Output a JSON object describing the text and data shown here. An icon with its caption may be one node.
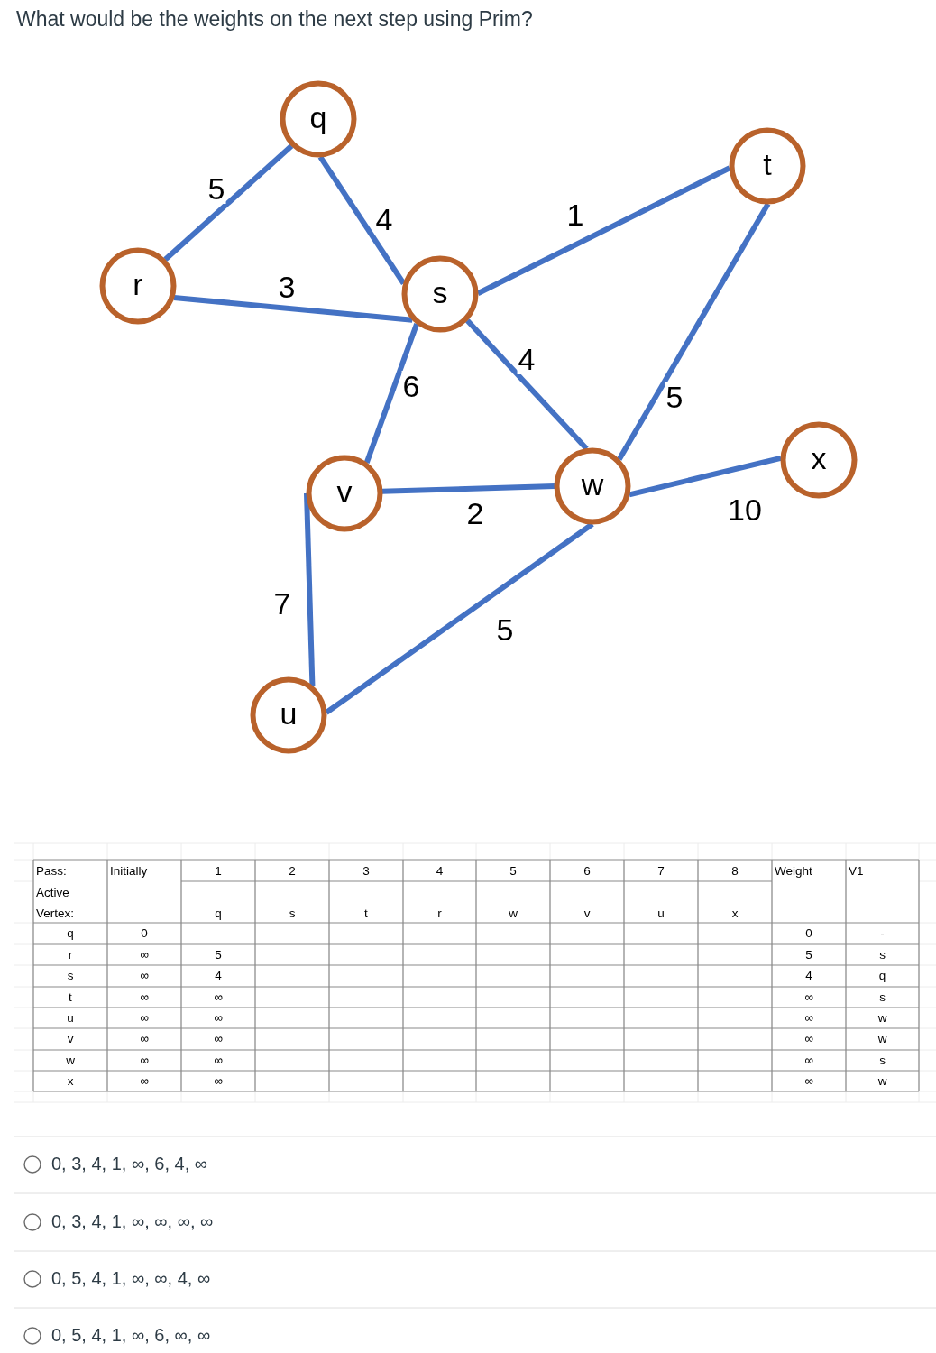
{
  "diagram": {
    "title": "What would be the weights on the next step using Prim?",
    "nodes": [
      {
        "text": [
          "q"
        ]
      },
      {
        "text": [
          "t"
        ]
      },
      {
        "text": [
          "r"
        ]
      },
      {
        "text": [
          "s"
        ]
      },
      {
        "text": [
          "v"
        ]
      },
      {
        "text": [
          "w"
        ]
      },
      {
        "text": [
          "x"
        ]
      },
      {
        "text": [
          "u"
        ]
      }
    ],
    "edges": [
      {
        "from": 2,
        "to": 0,
        "arrow": "none",
        "label": "5"
      },
      {
        "from": 0,
        "to": 3,
        "arrow": "none",
        "label": "4"
      },
      {
        "from": 2,
        "to": 3,
        "arrow": "none",
        "label": "3"
      },
      {
        "from": 3,
        "to": 1,
        "arrow": "none",
        "label": "1"
      },
      {
        "from": 3,
        "to": 4,
        "arrow": "none",
        "label": "6"
      },
      {
        "from": 3,
        "to": 5,
        "arrow": "none",
        "label": "4"
      },
      {
        "from": 1,
        "to": 5,
        "arrow": "none",
        "label": "5"
      },
      {
        "from": 4,
        "to": 5,
        "arrow": "none",
        "label": "2"
      },
      {
        "from": 5,
        "to": 6,
        "arrow": "none",
        "label": "10"
      },
      {
        "from": 4,
        "to": 7,
        "arrow": "none",
        "label": "7"
      },
      {
        "from": 7,
        "to": 5,
        "arrow": "none",
        "label": "5"
      }
    ],
    "labels": [
      "Pass:",
      "Initially",
      "1",
      "2",
      "3",
      "4",
      "5",
      "6",
      "7",
      "8",
      "Weight",
      "V1",
      "Active Vertex:",
      "q",
      "s",
      "t",
      "r",
      "w",
      "v",
      "u",
      "x",
      "q",
      "0",
      "0",
      "-",
      "r",
      "∞",
      "5",
      "5",
      "s",
      "s",
      "∞",
      "4",
      "4",
      "q",
      "t",
      "∞",
      "∞",
      "∞",
      "s",
      "u",
      "∞",
      "∞",
      "∞",
      "w",
      "v",
      "∞",
      "∞",
      "∞",
      "w",
      "w",
      "∞",
      "∞",
      "∞",
      "s",
      "x",
      "∞",
      "∞",
      "∞",
      "w",
      "0, 3, 4, 1, ∞, 6, 4, ∞",
      "0, 3, 4, 1, ∞, ∞, ∞, ∞",
      "0, 5, 4, 1, ∞, ∞, 4, ∞",
      "0, 5, 4, 1, ∞, 6, ∞, ∞"
    ]
  }
}
